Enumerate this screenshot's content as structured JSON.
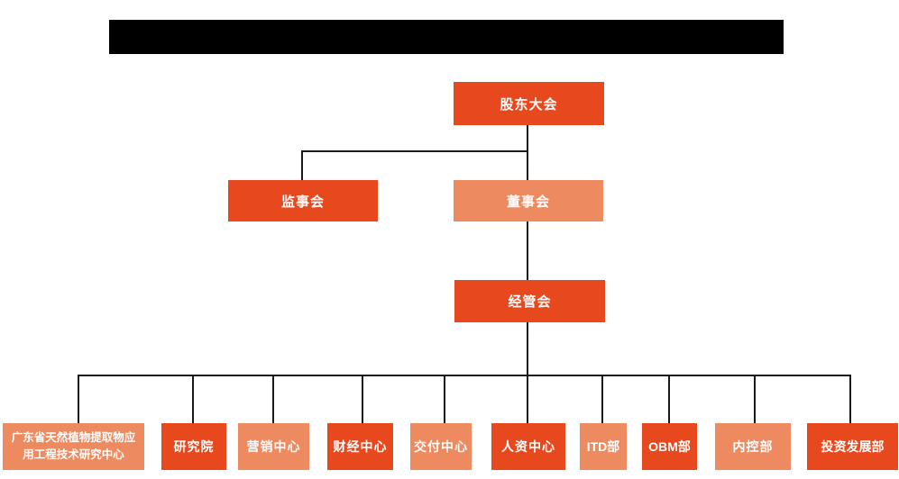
{
  "palette": {
    "primary_box": "#E8481D",
    "secondary_box": "#EE8A60",
    "box_text": "#FFFFFF",
    "connector": "#1A1A1A",
    "background": "#FFFFFF",
    "redacted_bar": "#000000"
  },
  "title_bar": {
    "type": "redacted-black-bar",
    "visible_text": ""
  },
  "org_chart": {
    "level1": [
      {
        "label": "股东大会",
        "tone": "primary"
      }
    ],
    "level2": [
      {
        "label": "监事会",
        "tone": "primary"
      },
      {
        "label": "董事会",
        "tone": "secondary"
      }
    ],
    "level3": [
      {
        "label": "经管会",
        "tone": "primary"
      }
    ],
    "level4": [
      {
        "label": "广东省天然植物提取物应用工程技术研究中心",
        "tone": "secondary"
      },
      {
        "label": "研究院",
        "tone": "primary"
      },
      {
        "label": "营销中心",
        "tone": "secondary"
      },
      {
        "label": "财经中心",
        "tone": "primary"
      },
      {
        "label": "交付中心",
        "tone": "secondary"
      },
      {
        "label": "人资中心",
        "tone": "primary"
      },
      {
        "label": "ITD部",
        "tone": "secondary"
      },
      {
        "label": "OBM部",
        "tone": "primary"
      },
      {
        "label": "内控部",
        "tone": "secondary"
      },
      {
        "label": "投资发展部",
        "tone": "primary"
      }
    ]
  }
}
